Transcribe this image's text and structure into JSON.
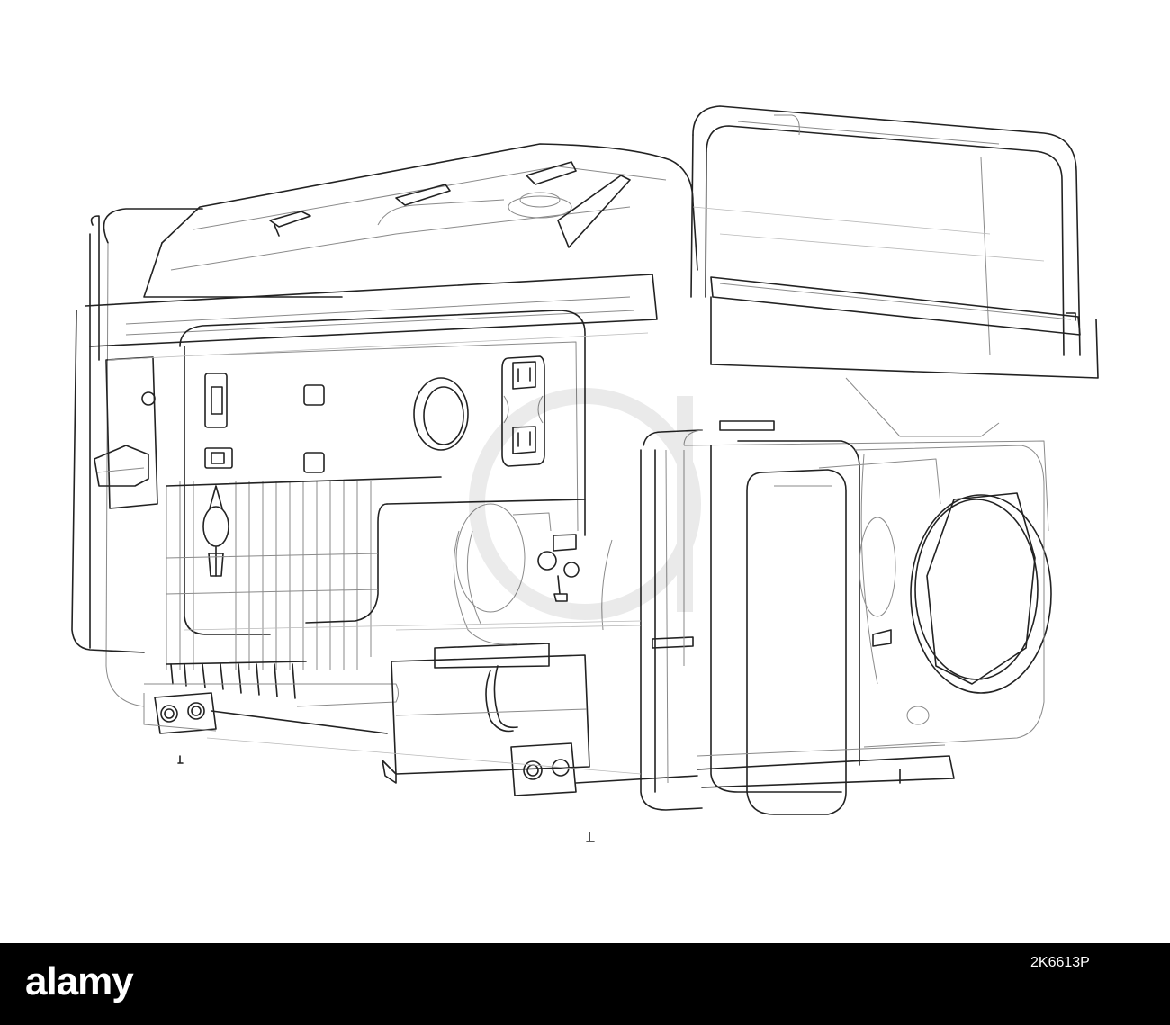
{
  "footer": {
    "brand": "alamy",
    "image_id_line": "2K6613P",
    "watermark_text": "a"
  },
  "colors": {
    "background": "#ffffff",
    "line": "#222222",
    "footer": "#000000"
  }
}
